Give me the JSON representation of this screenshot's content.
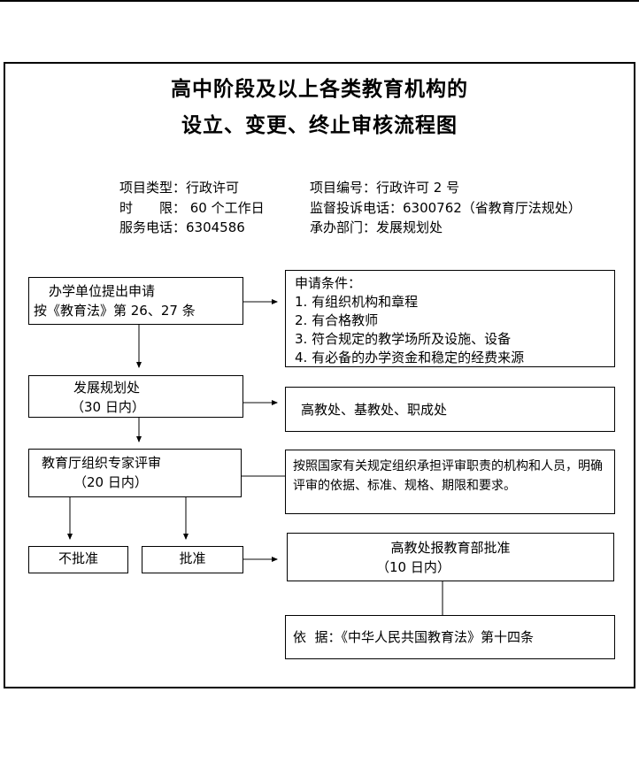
{
  "title": {
    "line1": "高中阶段及以上各类教育机构的",
    "line2": "设立、变更、终止审核流程图"
  },
  "info": {
    "left": [
      "项目类型：行政许可",
      "时　　限： 60 个工作日",
      "服务电话：6304586"
    ],
    "right": [
      "项目编号：行政许可 2 号",
      "监督投诉电话：6300762（省教育厅法规处）",
      "承办部门：发展规划处"
    ]
  },
  "flowchart": {
    "apply": {
      "line1": "办学单位提出申请",
      "line2": "按《教育法》第 26、27 条"
    },
    "conditions": {
      "title": "申请条件：",
      "items": [
        "1. 有组织机构和章程",
        "2. 有合格教师",
        "3. 符合规定的教学场所及设施、设备",
        "4. 有必备的办学资金和稳定的经费来源"
      ]
    },
    "planning": {
      "line1": "发展规划处",
      "line2": "（30 日内）"
    },
    "departments": {
      "text": "高教处、基教处、职成处"
    },
    "review": {
      "line1": "教育厅组织专家评审",
      "line2": "（20 日内）"
    },
    "review_note": {
      "line1": "按照国家有关规定组织承担评审职责的机构和人员，明确",
      "line2": "评审的依据、标准、规格、期限和要求。"
    },
    "rejected": {
      "text": "不批准"
    },
    "approved": {
      "text": "批准"
    },
    "ministry": {
      "line1": "高教处报教育部批准",
      "line2": "（10 日内）"
    },
    "basis": {
      "text": "依  据：《中华人民共国教育法》第十四条"
    }
  },
  "colors": {
    "ink": "#000000",
    "paper": "#ffffff"
  }
}
